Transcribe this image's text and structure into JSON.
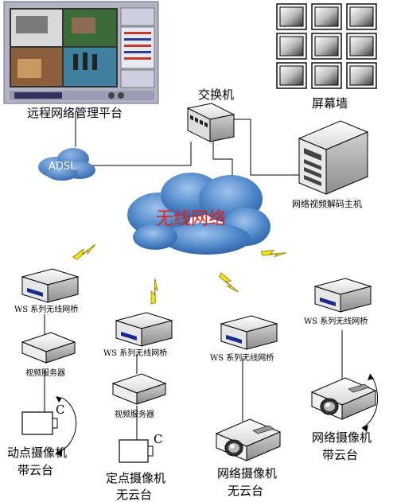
{
  "labels": {
    "management_platform": "远程网络管理平台",
    "switch": "交换机",
    "video_wall": "屏幕墙",
    "decoder_host": "网络视频解码主机",
    "adsl": "ADSL",
    "wireless_network": "无线网络",
    "bridge_1": "WS 系列无线网桥",
    "bridge_2": "WS 系列无线网桥",
    "bridge_3": "WS 系列无线网桥",
    "bridge_4": "WS 系列无线网桥",
    "video_server_1": "视频服务器",
    "video_server_2": "视频服务器",
    "camera_1_line1": "动点摄像机",
    "camera_1_line2": "带云台",
    "camera_2_line1": "定点摄像机",
    "camera_2_line2": "无云台",
    "camera_3_line1": "网络摄像机",
    "camera_3_line2": "无云台",
    "camera_4_line1": "网络摄像机",
    "camera_4_line2": "带云台",
    "camera_mark_1": "C",
    "camera_mark_2": "C"
  },
  "colors": {
    "cloud": "#4d86c8",
    "cloud_text": "#e0201b",
    "lightning": "#f2e21a",
    "monitor_bg": "#a8a8b8"
  }
}
